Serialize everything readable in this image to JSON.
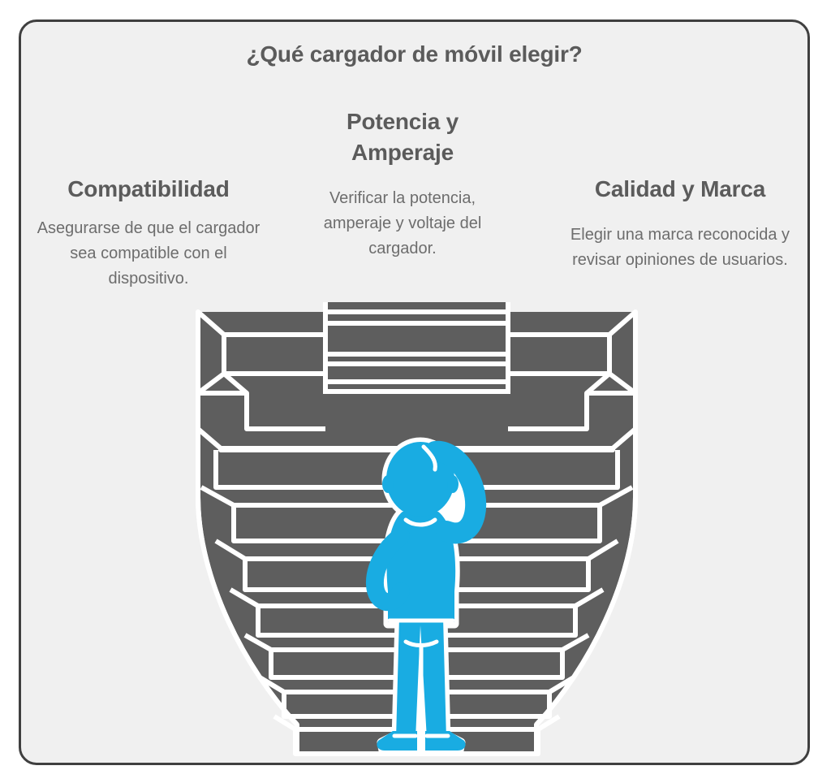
{
  "card": {
    "background_color": "#f0f0f0",
    "border_color": "#3f3f3f"
  },
  "header": {
    "title": "¿Qué cargador de móvil elegir?"
  },
  "columns": [
    {
      "id": "compatibilidad",
      "heading": "Compatibilidad",
      "body": "Asegurarse de que el cargador sea compatible con el dispositivo."
    },
    {
      "id": "potencia",
      "heading": "Potencia y Amperaje",
      "body": "Verificar la potencia, amperaje y voltaje del cargador."
    },
    {
      "id": "calidad",
      "heading": "Calidad y Marca",
      "body": "Elegir una marca reconocida y revisar opiniones de usuarios."
    }
  ],
  "illustration": {
    "name": "person-at-bottom-of-grand-staircase",
    "description": "Vista posterior de una persona rascándose la cabeza al pie de una gran escalinata simétrica",
    "stairs_color": "#5e5e5e",
    "stairs_outline_color": "#ffffff",
    "person_color": "#19ace2",
    "person_outline_color": "#ffffff",
    "step_count": 14
  },
  "palette": {
    "heading_text": "#5b5b5b",
    "body_text": "#6d6d6d",
    "accent_blue": "#19ace2",
    "stairs_gray": "#5e5e5e",
    "card_background": "#f0f0f0",
    "page_background": "#ffffff"
  }
}
